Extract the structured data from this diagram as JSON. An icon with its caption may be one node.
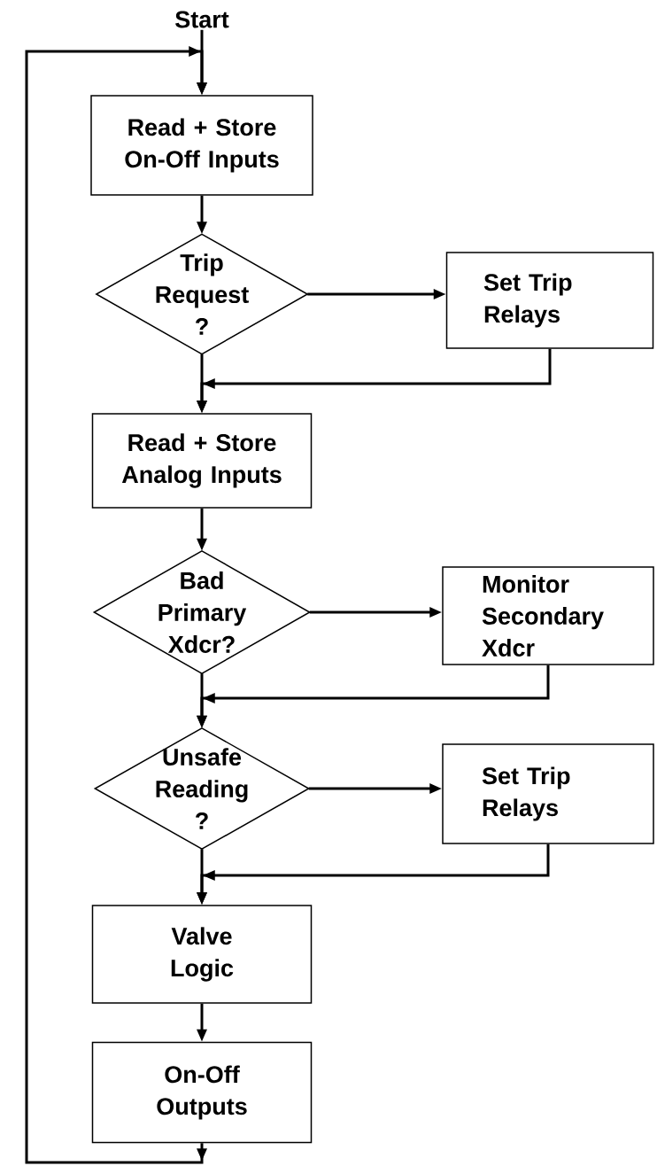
{
  "diagram": {
    "nodes": [
      {
        "text": [
          "Start"
        ]
      },
      {
        "text": [
          "Read + Store On-Off Inputs"
        ]
      },
      {
        "text": [
          "Trip Request ?"
        ]
      },
      {
        "text": [
          "Set Trip Relays"
        ]
      },
      {
        "text": [
          "Read + Store Analog Inputs"
        ]
      },
      {
        "text": [
          "Bad Primary Xdcr?"
        ]
      },
      {
        "text": [
          "Monitor Secondary Xdcr"
        ]
      },
      {
        "text": [
          "Unsafe Reading ?"
        ]
      },
      {
        "text": [
          "Set Trip Relays"
        ]
      },
      {
        "text": [
          "Valve Logic"
        ]
      },
      {
        "text": [
          "On-Off Outputs"
        ]
      }
    ],
    "edges": [
      {
        "from": 0,
        "to": 1,
        "arrow": "to"
      },
      {
        "from": 1,
        "to": 2,
        "arrow": "to"
      },
      {
        "from": 2,
        "to": 3,
        "arrow": "to"
      },
      {
        "from": 2,
        "to": 4,
        "arrow": "to"
      },
      {
        "from": 3,
        "to": 4,
        "arrow": "to"
      },
      {
        "from": 4,
        "to": 5,
        "arrow": "to"
      },
      {
        "from": 5,
        "to": 6,
        "arrow": "to"
      },
      {
        "from": 5,
        "to": 7,
        "arrow": "to"
      },
      {
        "from": 6,
        "to": 7,
        "arrow": "to"
      },
      {
        "from": 7,
        "to": 8,
        "arrow": "to"
      },
      {
        "from": 7,
        "to": 9,
        "arrow": "to"
      },
      {
        "from": 8,
        "to": 9,
        "arrow": "to"
      },
      {
        "from": 9,
        "to": 10,
        "arrow": "to"
      },
      {
        "from": 10,
        "to": 1,
        "arrow": "to"
      }
    ]
  }
}
